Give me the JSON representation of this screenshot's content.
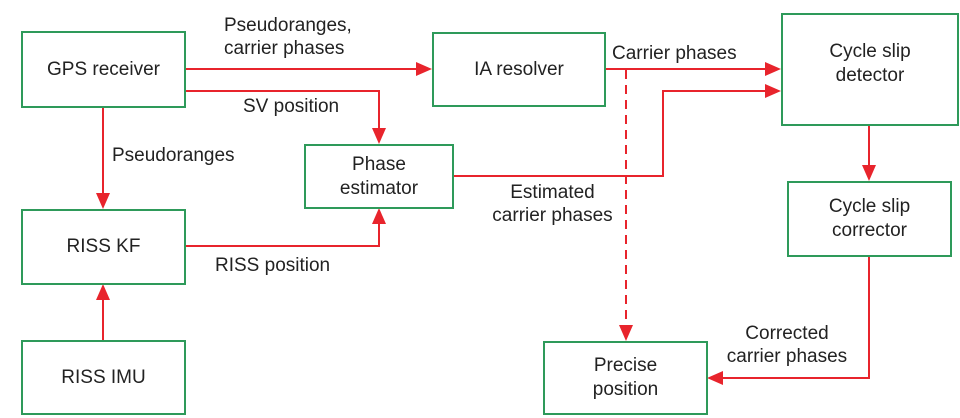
{
  "diagram": {
    "colors": {
      "box_border": "#2e9a5a",
      "arrow": "#e8242c",
      "text": "#222222"
    },
    "nodes": {
      "gps_receiver": "GPS receiver",
      "ia_resolver": "IA resolver",
      "cycle_slip_detector": "Cycle slip\ndetector",
      "phase_estimator": "Phase\nestimator",
      "cycle_slip_corrector": "Cycle slip\ncorrector",
      "riss_kf": "RISS KF",
      "riss_imu": "RISS IMU",
      "precise_position": "Precise\nposition"
    },
    "edge_labels": {
      "pseudoranges_carrier_phases": "Pseudoranges,\ncarrier phases",
      "sv_position": "SV position",
      "pseudoranges": "Pseudoranges",
      "carrier_phases": "Carrier phases",
      "estimated_carrier_phases": "Estimated\ncarrier phases",
      "riss_position": "RISS position",
      "corrected_carrier_phases": "Corrected\ncarrier phases"
    },
    "edges": [
      {
        "from": "GPS receiver",
        "to": "IA resolver",
        "label": "Pseudoranges, carrier phases",
        "style": "solid"
      },
      {
        "from": "GPS receiver",
        "to": "Phase estimator",
        "label": "SV position",
        "style": "solid"
      },
      {
        "from": "GPS receiver",
        "to": "RISS KF",
        "label": "Pseudoranges",
        "style": "solid"
      },
      {
        "from": "IA resolver",
        "to": "Cycle slip detector",
        "label": "Carrier phases",
        "style": "solid"
      },
      {
        "from": "IA resolver",
        "to": "Precise position",
        "label": "",
        "style": "dashed"
      },
      {
        "from": "Phase estimator",
        "to": "Cycle slip detector",
        "label": "Estimated carrier phases",
        "style": "solid"
      },
      {
        "from": "RISS KF",
        "to": "Phase estimator",
        "label": "RISS position",
        "style": "solid"
      },
      {
        "from": "RISS IMU",
        "to": "RISS KF",
        "label": "",
        "style": "solid"
      },
      {
        "from": "Cycle slip detector",
        "to": "Cycle slip corrector",
        "label": "",
        "style": "solid"
      },
      {
        "from": "Cycle slip corrector",
        "to": "Precise position",
        "label": "Corrected carrier phases",
        "style": "solid"
      }
    ]
  }
}
